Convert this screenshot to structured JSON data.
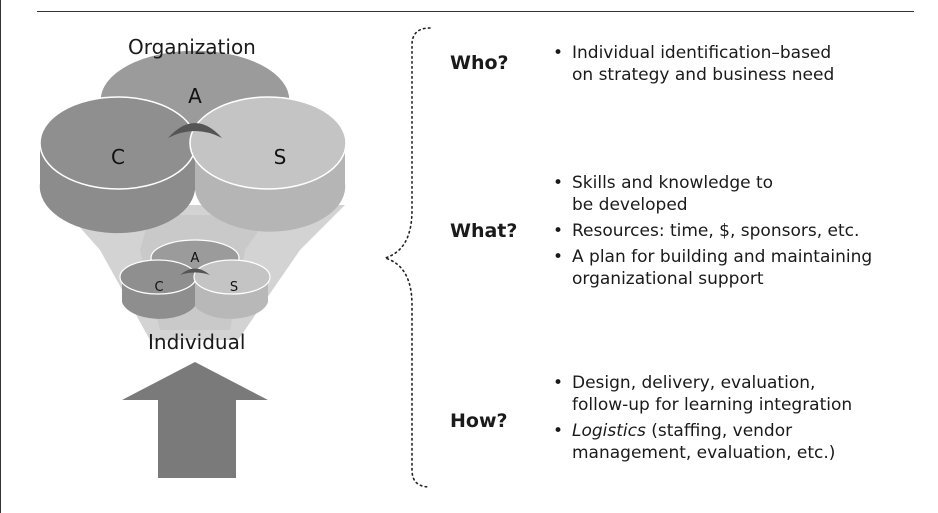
{
  "diagram": {
    "top_label": "Organization",
    "bottom_label": "Individual",
    "large_circles": {
      "a": "A",
      "c": "C",
      "s": "S"
    },
    "small_circles": {
      "a": "A",
      "c": "C",
      "s": "S"
    },
    "colors": {
      "a_top": "#9b9b9b",
      "c_top": "#8f8f8f",
      "s_top": "#c4c4c4",
      "center_overlap": "#555555",
      "side": "#8a8a8a",
      "funnel": "#d3d3d3",
      "arrow": "#7a7a7a"
    }
  },
  "sections": [
    {
      "question": "Who?",
      "bullets": [
        {
          "lines": [
            "Individual identification–based",
            "on strategy and business need"
          ]
        }
      ]
    },
    {
      "question": "What?",
      "bullets": [
        {
          "lines": [
            "Skills and knowledge to",
            "be developed"
          ]
        },
        {
          "lines": [
            "Resources: time, $, sponsors, etc."
          ]
        },
        {
          "lines": [
            "A plan for building and maintaining",
            "organizational support"
          ]
        }
      ]
    },
    {
      "question": "How?",
      "bullets": [
        {
          "lines": [
            "Design, delivery, evaluation,",
            "follow-up for learning integration"
          ]
        },
        {
          "em": "Logistics",
          "lines": [
            " (staffing, vendor",
            "management, evaluation, etc.)"
          ]
        }
      ]
    }
  ]
}
